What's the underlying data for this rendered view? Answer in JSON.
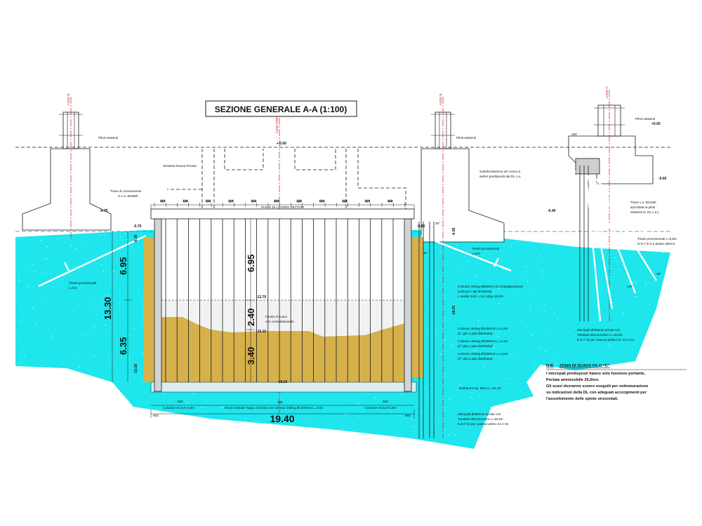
{
  "title": "SEZIONE GENERALE A-A (1:100)",
  "colors": {
    "water": "#1ee6ec",
    "water_dark": "#11c8cf",
    "jet": "#d6b04a",
    "jet_dark": "#a3801f",
    "concrete": "#ffffff",
    "line": "#1a1a1a",
    "axis_red": "#cc1a1a",
    "waterline": "#2f7fe0",
    "light_fill": "#f2f2f2"
  },
  "axes": {
    "left_pile": "ASSE B",
    "center": "ASSE PRESSA",
    "right_pile": "ASSE B",
    "far_right": "ASSE C"
  },
  "elevations": {
    "top_left": "-0.75",
    "top_center": "+ 0.00",
    "top_right_a": "+0.00",
    "top_right_b": "-0.60",
    "top_right_c": "-0.40",
    "excav": "-12.70",
    "mid": "-15.10",
    "bottom": "-18.10",
    "left_a": "-6.30",
    "left_b": "-13.30",
    "right_a": "-6.95",
    "right_b": "-18.50",
    "water_left": "-0.70",
    "water_right": "-0.80"
  },
  "dims": {
    "d695_left": "6.95",
    "d1330": "13.30",
    "d635": "6.35",
    "d695_center": "6.95",
    "d240": "2.40",
    "d340": "3.40",
    "d1940": "19.40",
    "d110": "110",
    "d500": "500",
    "d600": "600",
    "d190": "190",
    "d100": "100",
    "d25": "25"
  },
  "labels": {
    "plinti_left": "Plinti esistenti",
    "plinti_mid": "Plinti esistenti",
    "plinti_right": "Plinti esistenti",
    "struttura": "Struttura Nuova Pressa",
    "trave_cord_1": "Trave di coronamento",
    "trave_cord_2": "in c.a. 60x80h",
    "sottofondaz_1": "Sottofondazione per scavo a",
    "sottofondaz_2": "settori predisposti dal DL c.a.",
    "trave_right_1": "Trave c.a. 50x150",
    "trave_right_2": "spicottata ai plinti",
    "trave_right_3": "esistenti (v. DL c.a.)",
    "tiranti_left_1": "Tiranti provvisionali",
    "tiranti_left_2": "L=9,0",
    "tiranti_mid_1": "Tiranti provvisionali",
    "tiranti_mid_2": "L=9,0",
    "tiranti_right_1": "Tiranti provvisionali L=6,5m",
    "tiranti_right_2": "N.8 n°3+3 a passo alterno",
    "piano_lavoro": "PIANO DI LAVORO  SETTORI",
    "fondo_1": "Fondo di scavo",
    "fondo_2": "con consolidamento",
    "jet1_1": "Colonne Jetting Ø600mm di contrapposizione",
    "jet1_2": "(solo per i tipi dichiarati)",
    "jet1_3": "L medio 3,6m = 2x+16tg=19,0m",
    "jet2_1": "Colonne Jetting Ø1000mm L=5,2m",
    "jet2_2": "(1° giro a pila distribuita)",
    "jet3_1": "Colonne Jetting Ø1000mm L=4,2m",
    "jet3_2": "(2° giro a pila distribuita)",
    "jet4_1": "Colonne Jetting Ø1000mm L=4,0m",
    "jet4_2": "(3° giro a pila distribuita)",
    "diaframma": "Diaframmi sp. 80cm L=18,7m",
    "micropali_1": "Micropali Ø300mm armati con",
    "micropali_2": "Tubolare Ø114x10mm L=18,2m",
    "micropali_3": "N.8 n°12 per ciascun plinto A4 e A5",
    "micropali_r1": "Micropali Ø300mm armati con",
    "micropali_r2": "Tubolare Ø114x10mm L=18,2m",
    "micropali_r3": "N.8 n°12 per ciascun plinto C2, C3 e C4",
    "bottom_left": "Colonne Ht=5,0+4,8m",
    "bottom_center": "Zona Centrale Tappo di fondo con colonne Jetting Ø1000mm L=4,0m",
    "bottom_right": "Colonne Ht=5,0+4,8m",
    "r135": "135°",
    "r45": "45°",
    "r30": "30°"
  },
  "notes": {
    "heading_a": "N.B.",
    "heading_b": "ZONA DI SCAVO FILO \"C\"",
    "line1": "I micropali predisposti hanno solo funzione portante,",
    "line2": "Portata ammissibile 25,0ton.",
    "line3": "Gli scavi dovranno essere eseguiti per sottomurazione",
    "line4": "su indicazioni della DL con adeguati accorgimenti per",
    "line5": "l'assorbimento delle spinte orizzontali."
  }
}
